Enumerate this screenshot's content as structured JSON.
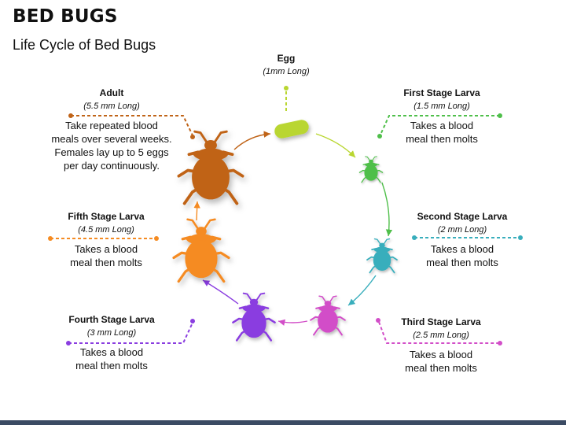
{
  "header": {
    "title": "BED BUGS",
    "subtitle": "Life Cycle of Bed Bugs"
  },
  "stages": [
    {
      "key": "egg",
      "name": "Egg",
      "size": "(1mm Long)",
      "description": "",
      "color": "#b9d630",
      "icon": "egg-icon"
    },
    {
      "key": "first",
      "name": "First Stage Larva",
      "size": "(1.5 mm Long)",
      "description": "Takes a blood meal then molts",
      "color": "#4fbf4a",
      "icon": "bed-bug-icon"
    },
    {
      "key": "second",
      "name": "Second Stage Larva",
      "size": "(2 mm Long)",
      "description": "Takes a blood meal then molts",
      "color": "#38aebc",
      "icon": "bed-bug-icon"
    },
    {
      "key": "third",
      "name": "Third Stage Larva",
      "size": "(2.5 mm Long)",
      "description": "Takes a blood meal then molts",
      "color": "#d24ec8",
      "icon": "bed-bug-icon"
    },
    {
      "key": "fourth",
      "name": "Fourth Stage Larva",
      "size": "(3 mm Long)",
      "description": "Takes a blood meal then molts",
      "color": "#8a3de0",
      "icon": "bed-bug-icon"
    },
    {
      "key": "fifth",
      "name": "Fifth Stage Larva",
      "size": "(4.5 mm Long)",
      "description": "Takes a blood meal then molts",
      "color": "#f58b22",
      "icon": "bed-bug-icon"
    },
    {
      "key": "adult",
      "name": "Adult",
      "size": "(5.5 mm Long)",
      "description": "Take repeated blood meals over several weeks. Females lay up to 5 eggs per day continuously.",
      "color": "#c06418",
      "icon": "bed-bug-icon"
    }
  ]
}
